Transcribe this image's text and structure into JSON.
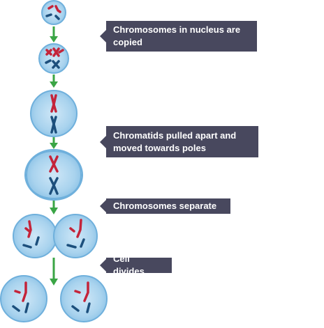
{
  "labels": {
    "step1": "Chromosomes in nucleus are copied",
    "step2": "Chromatids pulled apart and moved towards poles",
    "step3": "Chromosomes separate",
    "step4": "Cell divides"
  },
  "colors": {
    "cell_fill": "#a9d3ee",
    "cell_membrane": "#6fb0dc",
    "chromosome_red": "#c4243a",
    "chromosome_blue": "#1c4f7c",
    "arrow_green": "#3aa545",
    "label_bg": "#48485e",
    "label_text": "#ffffff"
  }
}
